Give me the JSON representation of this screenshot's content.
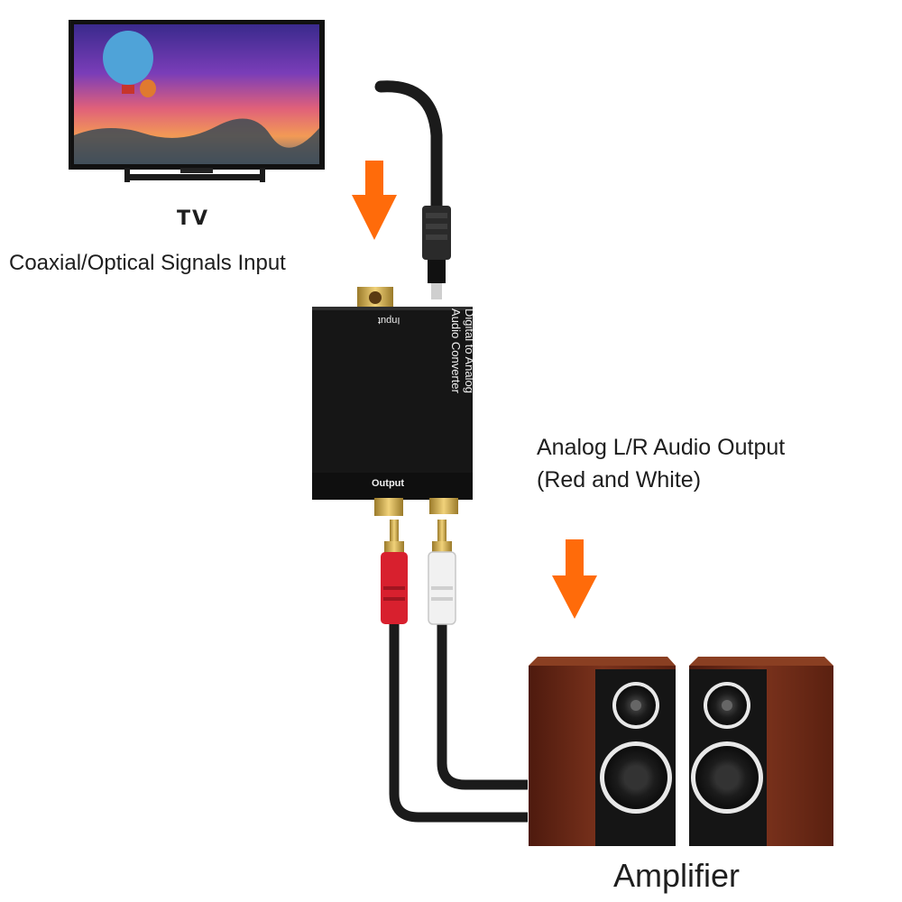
{
  "labels": {
    "tv": "TV",
    "input": "Coaxial/Optical Signals Input",
    "output_line1": "Analog L/R Audio Output",
    "output_line2": "(Red and White)",
    "amplifier": "Amplifier"
  },
  "converter": {
    "title_line1": "Digital  to Analog",
    "title_line2": "Audio Converter",
    "input_port": "Input",
    "output_port": "Output"
  },
  "colors": {
    "arrow": "#ff6b0a",
    "converter_body": "#161616",
    "cable": "#1b1b1b",
    "rca_red": "#d8202e",
    "rca_white": "#f1f1f1",
    "speaker_wood": "#6e2a18"
  }
}
